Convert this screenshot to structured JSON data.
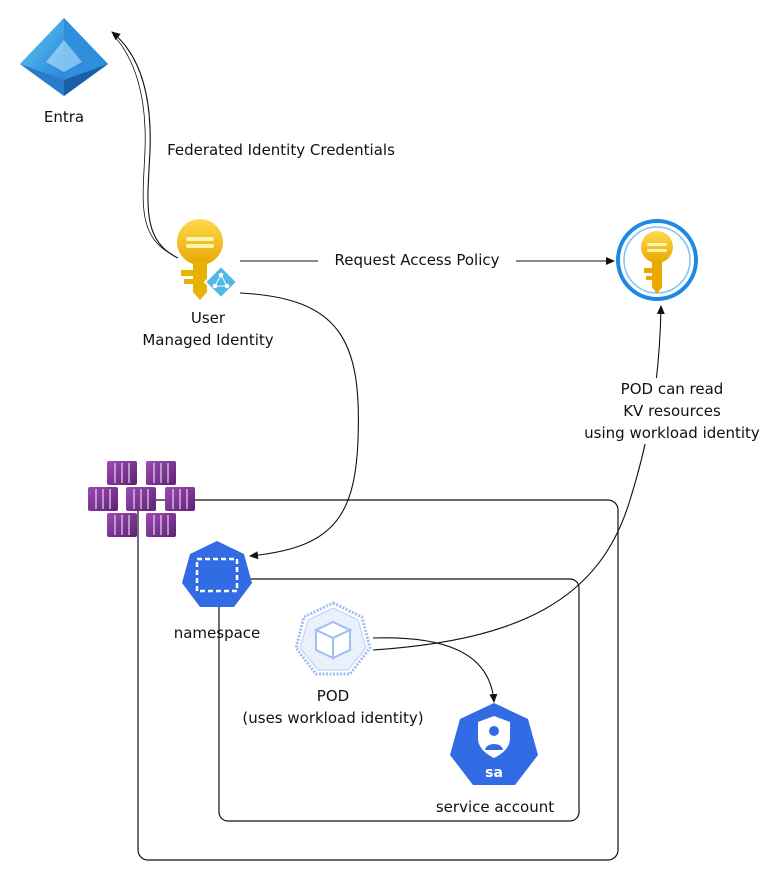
{
  "nodes": {
    "entra": {
      "label": "Entra",
      "icon": "entra-pyramid-icon"
    },
    "user_managed_identity": {
      "label_line1": "User",
      "label_line2": "Managed Identity",
      "icon": "managed-identity-key-icon"
    },
    "key_vault": {
      "icon": "key-vault-icon"
    },
    "aks_cluster": {
      "icon": "kubernetes-cluster-cubes-icon"
    },
    "namespace": {
      "label": "namespace",
      "icon": "namespace-icon"
    },
    "pod": {
      "label_line1": "POD",
      "label_line2": "(uses workload identity)",
      "icon": "pod-cube-icon"
    },
    "service_account": {
      "label": "service account",
      "icon": "service-account-icon",
      "badge": "sa"
    }
  },
  "edges": {
    "federated": {
      "label": "Federated Identity Credentials"
    },
    "request_access": {
      "label": "Request Access Policy"
    },
    "pod_read": {
      "label_line1": "POD can read",
      "label_line2": "KV resources",
      "label_line3": "using workload identity"
    }
  },
  "colors": {
    "line": "#111111",
    "k8s_blue": "#326ce5",
    "aks_purple": "#7b2f8e",
    "key_yellow": "#f5c518",
    "kv_blue": "#1e88e5",
    "entra_blue": "#1f74c4"
  }
}
